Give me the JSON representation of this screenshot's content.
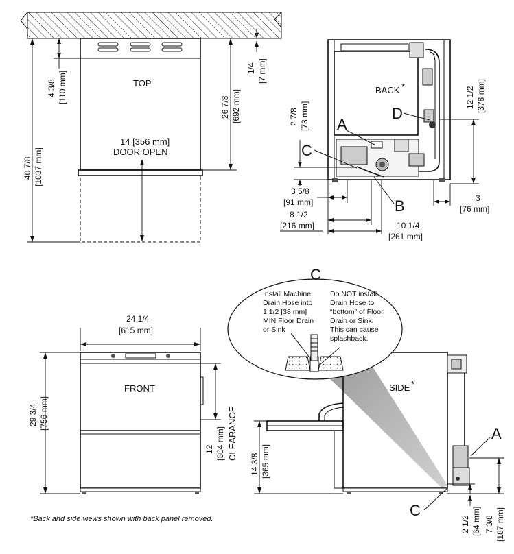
{
  "views": {
    "top": {
      "title": "TOP",
      "depth_upper_in": "4 3/8",
      "depth_upper_mm": "[110 mm]",
      "total_in": "40 7/8",
      "total_mm": "[1037 mm]",
      "body_in": "26 7/8",
      "body_mm": "[692 mm]",
      "gap_in": "1/4",
      "gap_mm": "[7 mm]",
      "door_in": "14 [356 mm]",
      "door_label": "DOOR OPEN"
    },
    "back": {
      "title": "BACK",
      "title_mark": "*",
      "h_small_in": "2 7/8",
      "h_small_mm": "[73 mm]",
      "h_large_in": "12 1/2",
      "h_large_mm": "[378 mm]",
      "w1_in": "3 5/8",
      "w1_mm": "[91 mm]",
      "w2_in": "8 1/2",
      "w2_mm": "[216 mm]",
      "w3_in": "10 1/4",
      "w3_mm": "[261 mm]",
      "w4_in": "3",
      "w4_mm": "[76 mm]",
      "label_a": "A",
      "label_b": "B",
      "label_c": "C",
      "label_d": "D"
    },
    "front": {
      "title": "FRONT",
      "width_in": "24 1/4",
      "width_mm": "[615 mm]",
      "height_in": "29 3/4",
      "height_mm": "[756 mm]",
      "clear_in": "12",
      "clear_mm": "[304 mm]",
      "clear_label": "CLEARANCE"
    },
    "side": {
      "title": "SIDE",
      "title_mark": "*",
      "h_in": "14 3/8",
      "h_mm": "[365 mm]",
      "d1_in": "2 1/2",
      "d1_mm": "[64 mm]",
      "d2_in": "7 3/8",
      "d2_mm": "[187 mm]",
      "label_a": "A",
      "label_c": "C"
    },
    "callout": {
      "label": "C",
      "left_text": [
        "Install Machine",
        "Drain Hose into",
        "1 1/2 [38 mm]",
        "MIN Floor Drain",
        "or Sink"
      ],
      "right_text": [
        "Do NOT install",
        "Drain Hose to",
        "“bottom” of Floor",
        "Drain or Sink.",
        "This can cause",
        "splashback."
      ]
    }
  },
  "footnote": "*Back and side views shown with back panel removed."
}
